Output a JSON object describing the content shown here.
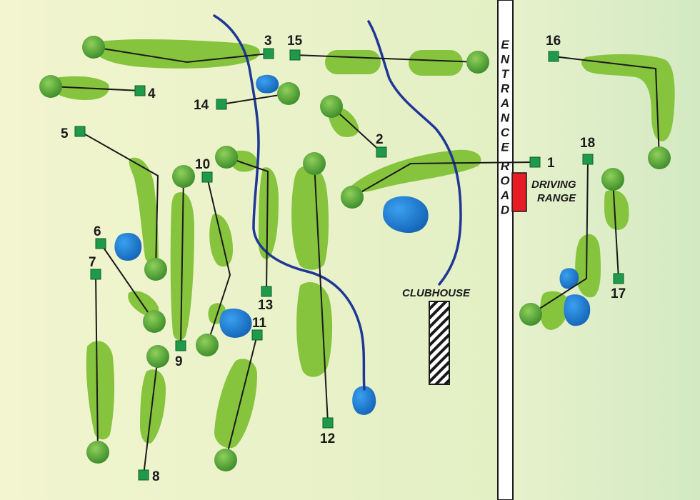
{
  "map": {
    "colors": {
      "fairway": "#86c43e",
      "green": "#55a83a",
      "tee": "#1e9a4a",
      "water": "#1c7fd6",
      "creek": "#1f3796",
      "driving_range": "#e81c24",
      "hole_line": "#1a1a1a"
    },
    "road_label": "ENTRANCE ROAD",
    "driving_range_label_line1": "DRIVING",
    "driving_range_label_line2": "RANGE",
    "clubhouse_label": "CLUBHOUSE",
    "holes": [
      {
        "number": "1"
      },
      {
        "number": "2"
      },
      {
        "number": "3"
      },
      {
        "number": "4"
      },
      {
        "number": "5"
      },
      {
        "number": "6"
      },
      {
        "number": "7"
      },
      {
        "number": "8"
      },
      {
        "number": "9"
      },
      {
        "number": "10"
      },
      {
        "number": "11"
      },
      {
        "number": "12"
      },
      {
        "number": "13"
      },
      {
        "number": "14"
      },
      {
        "number": "15"
      },
      {
        "number": "16"
      },
      {
        "number": "17"
      },
      {
        "number": "18"
      }
    ]
  }
}
